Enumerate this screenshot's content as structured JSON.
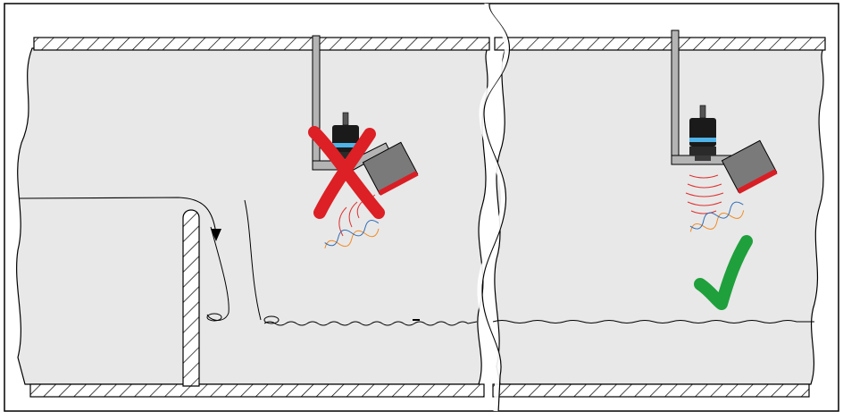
{
  "figure": {
    "panels": [
      {
        "id": "incorrect-mounting",
        "verdict": "incorrect",
        "mark_icon": "cross-mark-icon"
      },
      {
        "id": "correct-mounting",
        "verdict": "correct",
        "mark_icon": "check-mark-icon"
      }
    ],
    "colors": {
      "frame": "#000000",
      "liquid": "#e8e8e8",
      "bracket": "#b4b4b4",
      "sensor_body": "#1a1a1a",
      "sensor_band": "#4fb3e8",
      "sensor_face": "#d81f26",
      "cross_mark": "#dc2025",
      "check_mark": "#1fa03c",
      "echo_waves": "#e03030",
      "noise_blue": "#2f6db5",
      "noise_orange": "#f08a24"
    },
    "icons": [
      "ultrasonic-sensor-icon",
      "mounting-bracket-icon",
      "cross-mark-icon",
      "check-mark-icon",
      "wave-echo-icon"
    ]
  }
}
